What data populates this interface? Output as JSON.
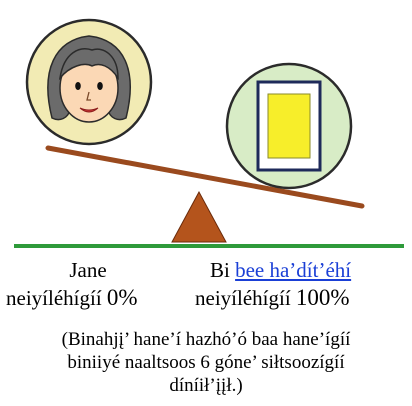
{
  "colors": {
    "ground": "#2e9a3a",
    "fulcrum": "#b4541c",
    "beam": "#9a4a1e",
    "circle_fill": "#f2ebb4",
    "circle_right_fill": "#d8ecc6",
    "circle_stroke": "#2b2b2b",
    "document_fill": "#f7ee2a",
    "link": "#1a3fd6"
  },
  "icons": {
    "left": "woman-face-icon",
    "right": "document-icon"
  },
  "left": {
    "name": "Jane",
    "percent_label": "neiyíléhígíí",
    "percent_value": "0%"
  },
  "right": {
    "prefix": "Bi",
    "link_text": "bee ha’dít’éhí",
    "percent_label": "neiyíléhígíí",
    "percent_value": "100%"
  },
  "caption": {
    "line1": "(Binahjį’ hane’í hazhó’ó baa hane’ígíí",
    "line2": "biniiyé naaltsoos 6 góne’ siłtsoozígíí",
    "line3": "díníił’įįł.)"
  }
}
